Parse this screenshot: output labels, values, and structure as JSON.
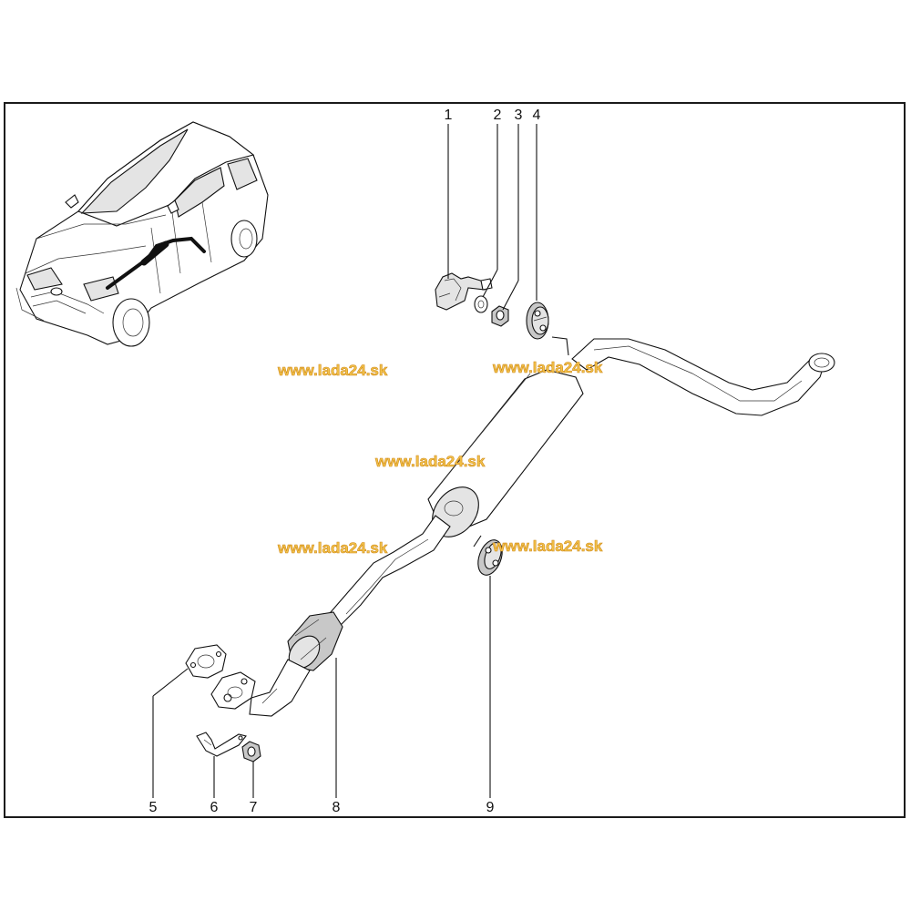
{
  "callouts": {
    "c1": "1",
    "c2": "2",
    "c3": "3",
    "c4": "4",
    "c5": "5",
    "c6": "6",
    "c7": "7",
    "c8": "8",
    "c9": "9"
  },
  "watermarks": [
    "www.lada24.sk",
    "www.lada24.sk",
    "www.lada24.sk",
    "www.lada24.sk",
    "www.lada24.sk"
  ],
  "colors": {
    "line": "#111111",
    "watermark": "#f2c24a",
    "part_shade": "#e4e4e4"
  }
}
